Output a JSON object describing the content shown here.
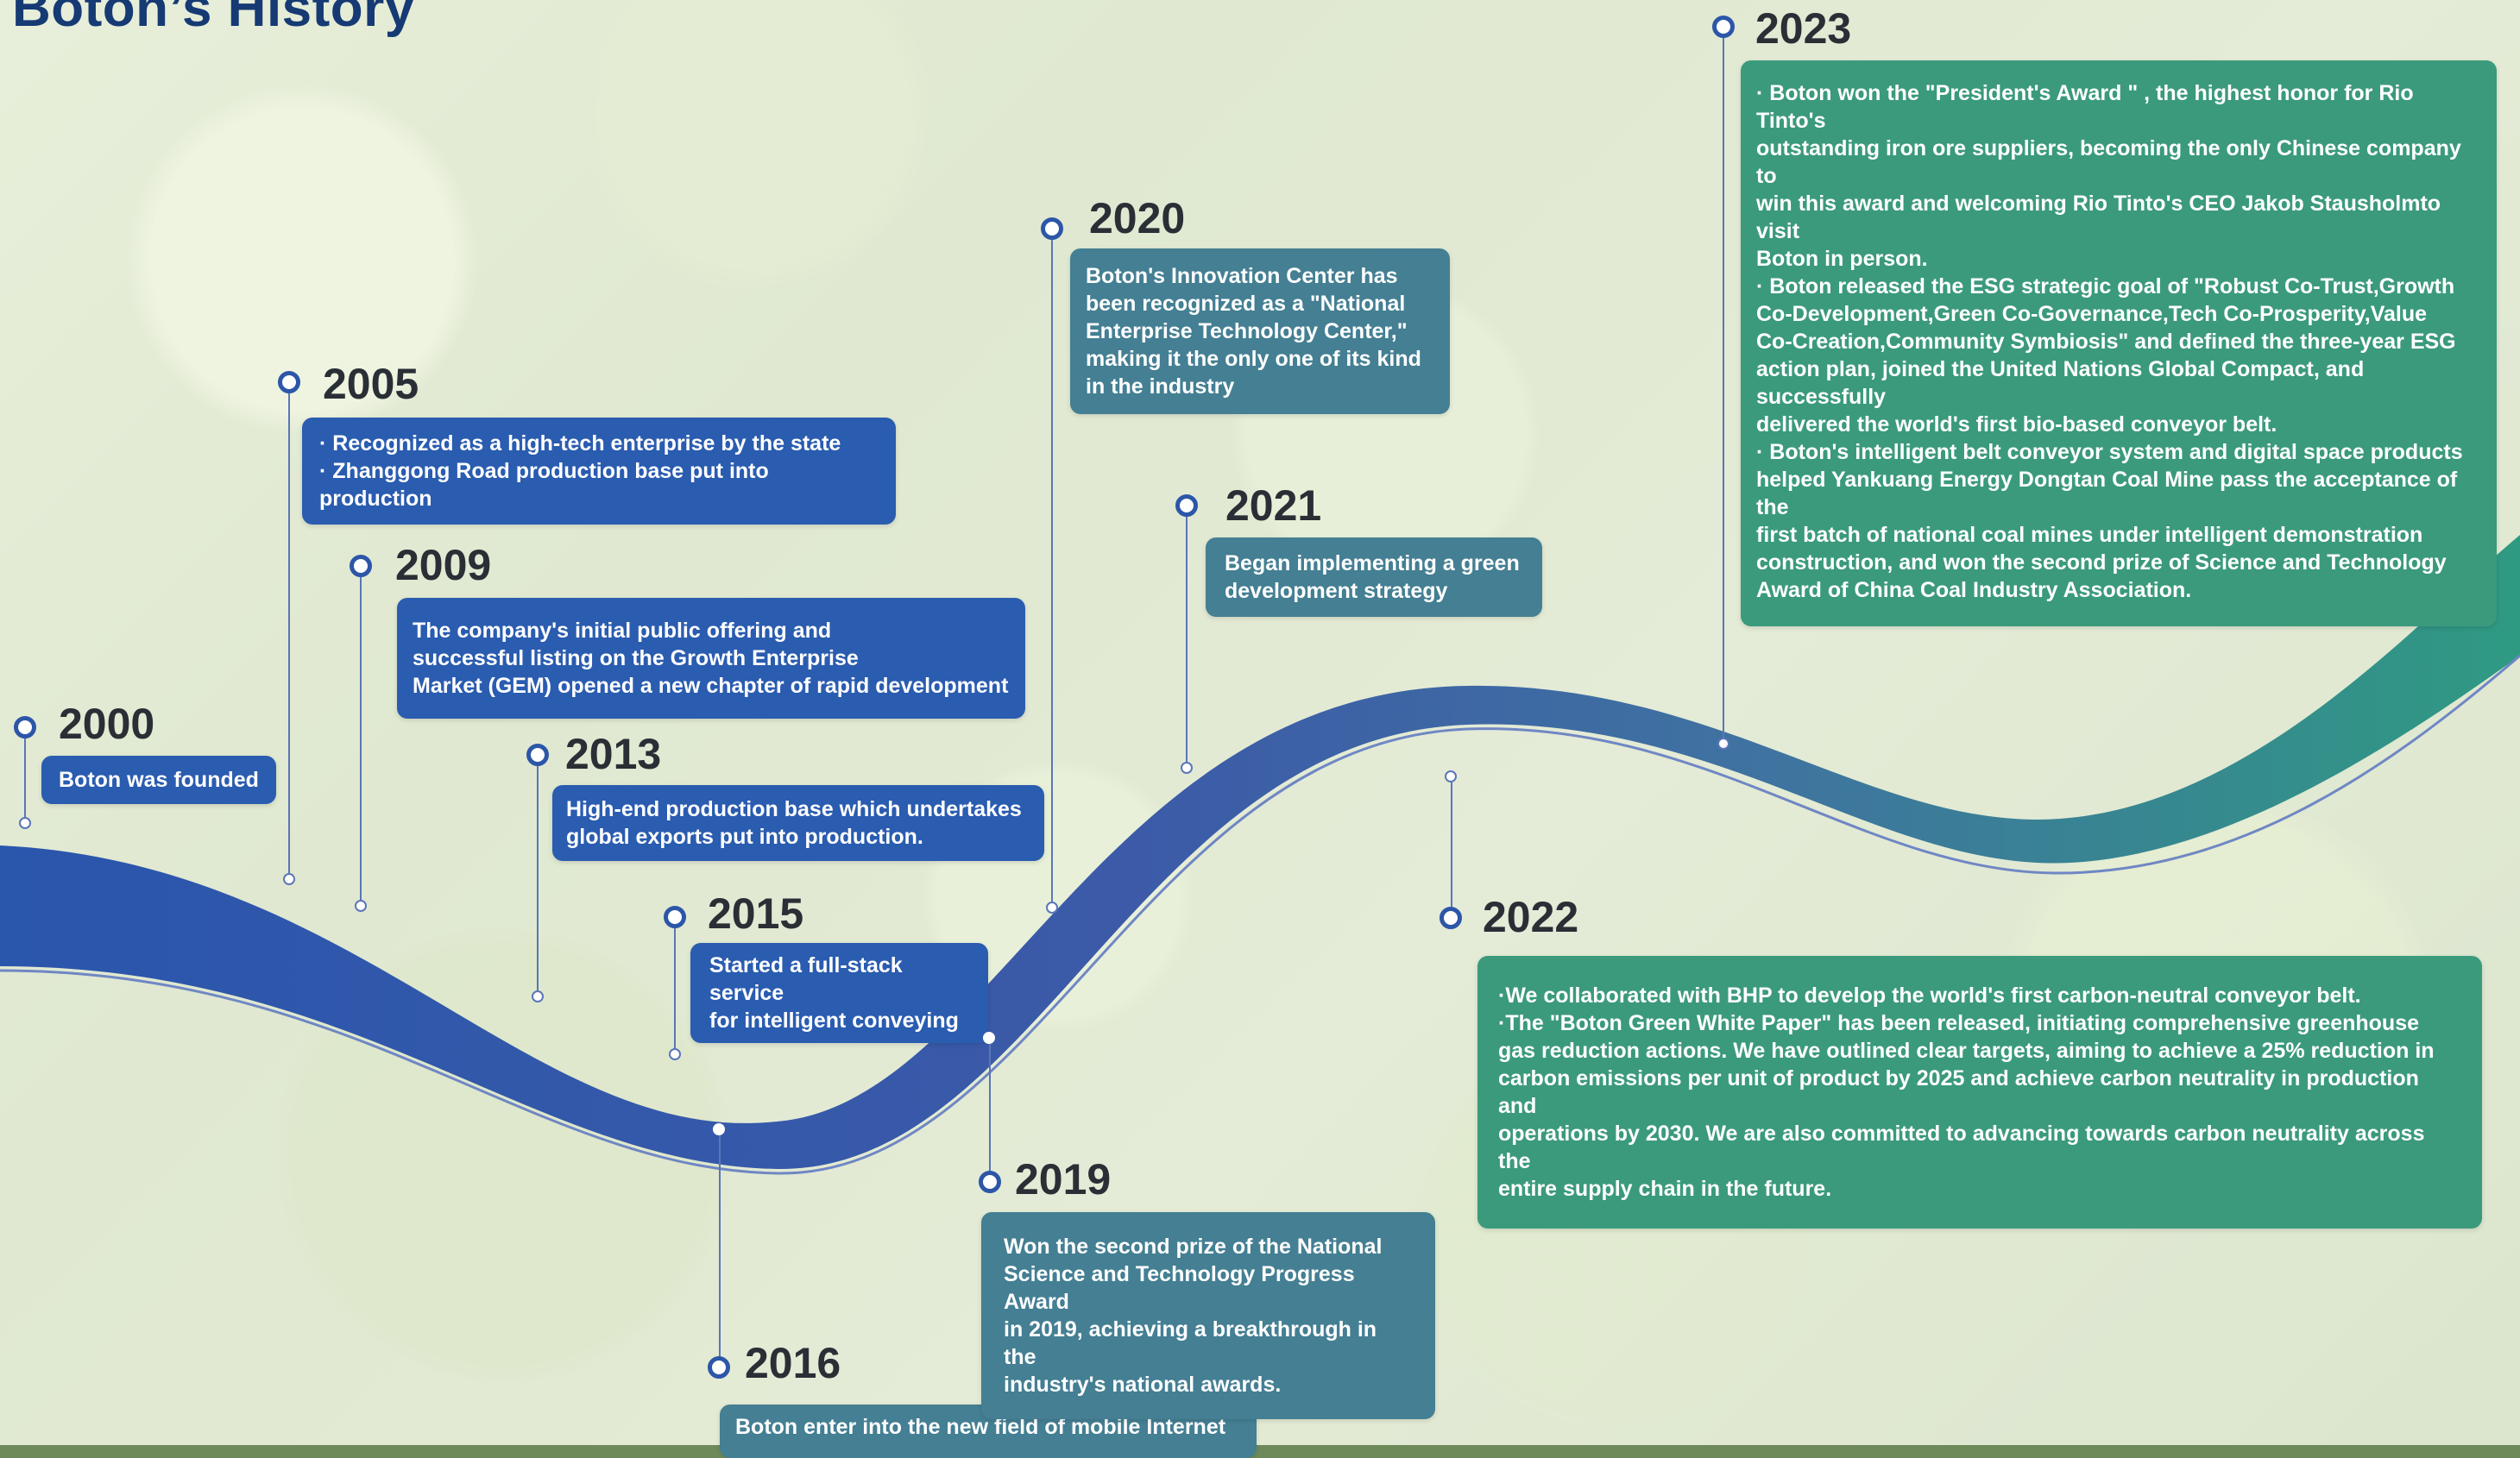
{
  "page": {
    "title": "Boton’s History"
  },
  "colors": {
    "accent": "#2a5cb0",
    "teal": "#447f93",
    "green": "#3b9a7c",
    "title": "#163a74"
  },
  "milestones": {
    "y2000": {
      "year": "2000",
      "items": [
        "Boton was founded"
      ]
    },
    "y2005": {
      "year": "2005",
      "items": [
        "· Recognized as a high-tech enterprise by the state",
        "· Zhanggong Road production base put into production"
      ]
    },
    "y2009": {
      "year": "2009",
      "items": [
        "The company's initial public offering and",
        "successful listing on the Growth Enterprise",
        "Market (GEM) opened a new chapter of rapid development"
      ]
    },
    "y2013": {
      "year": "2013",
      "items": [
        "High-end production base which undertakes",
        "global exports put into production."
      ]
    },
    "y2015": {
      "year": "2015",
      "items": [
        "Started a full-stack service",
        "for intelligent conveying"
      ]
    },
    "y2016": {
      "year": "2016",
      "items": [
        "Boton enter into the new field of mobile Internet"
      ]
    },
    "y2019": {
      "year": "2019",
      "items": [
        "Won the second prize of the National",
        "Science and Technology Progress Award",
        "in 2019, achieving a breakthrough in the",
        "industry's national awards."
      ]
    },
    "y2020": {
      "year": "2020",
      "items": [
        "Boton's Innovation Center has",
        "been recognized as a \"National",
        "Enterprise Technology Center,\"",
        "making it the only one of its kind",
        "in the industry"
      ]
    },
    "y2021": {
      "year": "2021",
      "items": [
        "Began implementing a green",
        "development strategy"
      ]
    },
    "y2022": {
      "year": "2022",
      "items": [
        "·We collaborated with BHP to develop the world's first carbon-neutral conveyor belt.",
        "·The \"Boton Green White Paper\" has been released, initiating comprehensive greenhouse",
        "gas reduction actions. We have outlined clear targets, aiming to achieve a 25% reduction in",
        "carbon emissions per unit of product by 2025 and achieve carbon neutrality in production and",
        "operations by 2030. We are also committed to advancing towards carbon neutrality across the",
        "entire supply chain in the future."
      ]
    },
    "y2023": {
      "year": "2023",
      "items": [
        "· Boton won the \"President's Award \" , the highest honor for Rio Tinto's",
        "outstanding iron ore suppliers, becoming the only Chinese company to",
        "win this award and welcoming Rio Tinto's CEO Jakob Stausholmto visit",
        "Boton in person.",
        "· Boton released the ESG strategic goal of \"Robust Co-Trust,Growth",
        "Co-Development,Green Co-Governance,Tech Co-Prosperity,Value",
        "Co-Creation,Community Symbiosis\" and defined the three-year ESG",
        "action plan, joined the United Nations Global Compact, and successfully",
        "delivered the world's first bio-based conveyor belt.",
        "· Boton's intelligent belt conveyor system and digital space products",
        "helped Yankuang Energy Dongtan Coal Mine pass the acceptance of the",
        "first batch of national coal mines under intelligent demonstration",
        "construction, and won the second prize of Science and Technology",
        "Award of China Coal Industry Association."
      ]
    }
  }
}
